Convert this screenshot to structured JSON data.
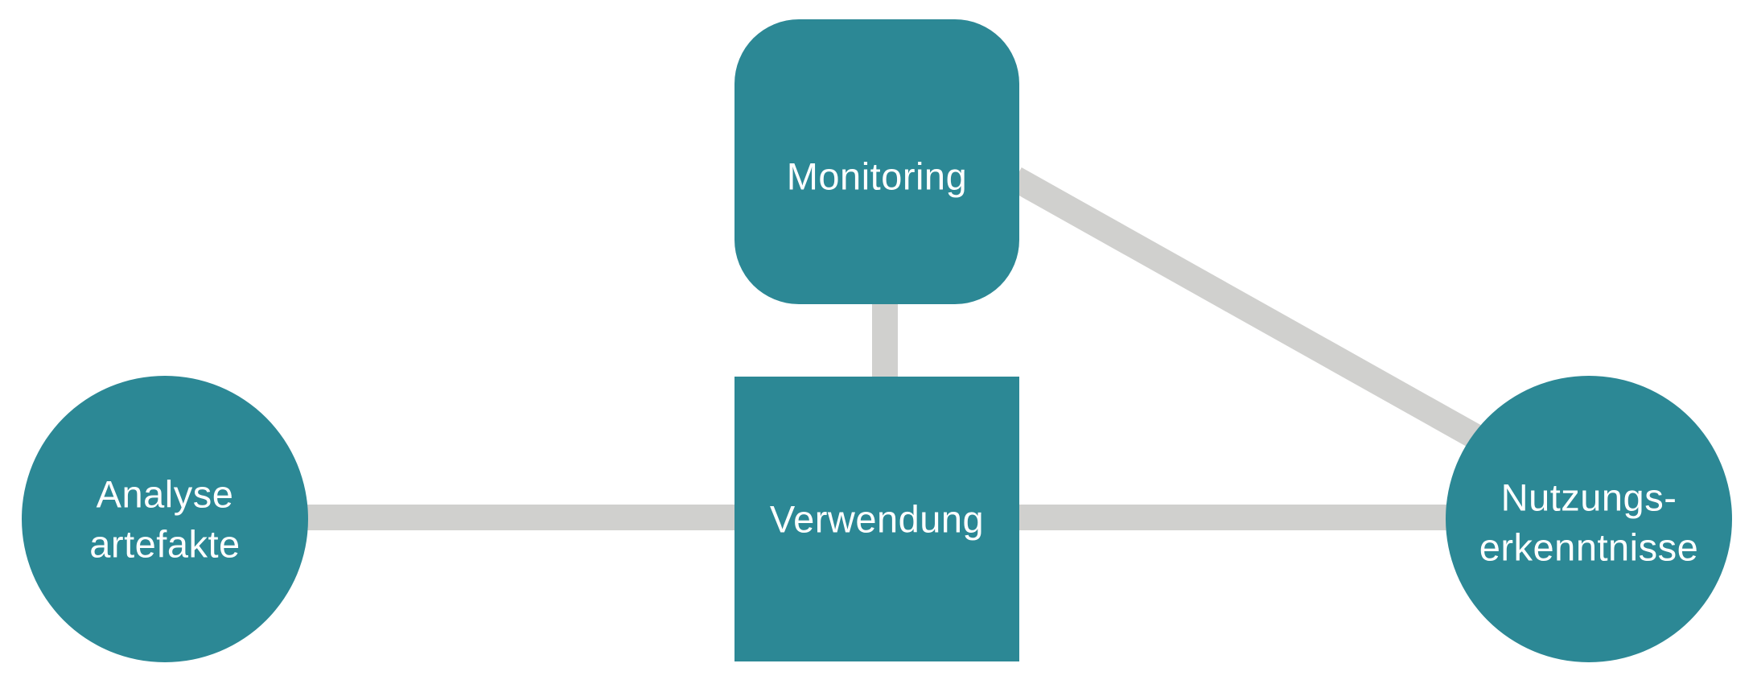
{
  "diagram": {
    "nodes": {
      "monitoring": {
        "label": "Monitoring",
        "shape": "rounded-rectangle"
      },
      "verwendung": {
        "label": "Verwendung",
        "shape": "square"
      },
      "analyse": {
        "label_line1": "Analyse",
        "label_line2": "artefakte",
        "shape": "circle"
      },
      "nutzung": {
        "label_line1": "Nutzungs-",
        "label_line2": "erkenntnisse",
        "shape": "circle"
      }
    },
    "edges": [
      {
        "from": "monitoring",
        "to": "verwendung"
      },
      {
        "from": "monitoring",
        "to": "nutzung"
      },
      {
        "from": "analyse",
        "to": "verwendung"
      },
      {
        "from": "verwendung",
        "to": "nutzung"
      }
    ],
    "colors": {
      "node_fill": "#2c8895",
      "edge": "#d0d0ce",
      "text": "#ffffff"
    }
  }
}
